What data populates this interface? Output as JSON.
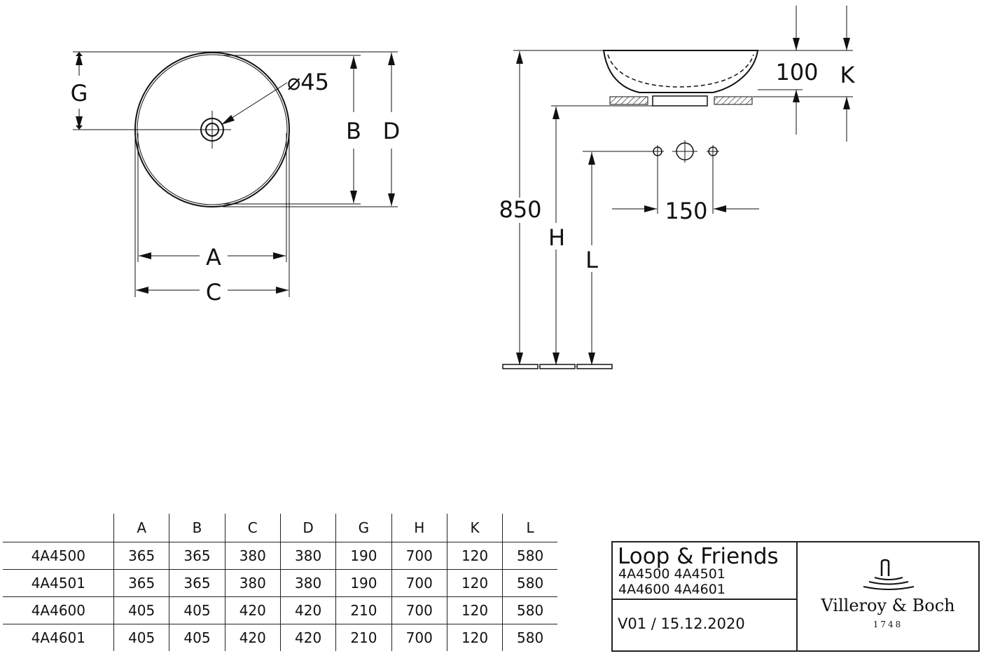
{
  "drawing": {
    "top_view": {
      "label_g": "G",
      "label_b": "B",
      "label_d": "D",
      "label_a": "A",
      "label_c": "C",
      "drain_diameter": "⌀45"
    },
    "side_view": {
      "bowl_height": "100",
      "label_k": "K",
      "height_850": "850",
      "label_h": "H",
      "label_l": "L",
      "tap_spacing": "150"
    }
  },
  "table": {
    "headers": [
      "",
      "A",
      "B",
      "C",
      "D",
      "G",
      "H",
      "K",
      "L"
    ],
    "rows": [
      [
        "4A4500",
        "365",
        "365",
        "380",
        "380",
        "190",
        "700",
        "120",
        "580"
      ],
      [
        "4A4501",
        "365",
        "365",
        "380",
        "380",
        "190",
        "700",
        "120",
        "580"
      ],
      [
        "4A4600",
        "405",
        "405",
        "420",
        "420",
        "210",
        "700",
        "120",
        "580"
      ],
      [
        "4A4601",
        "405",
        "405",
        "420",
        "420",
        "210",
        "700",
        "120",
        "580"
      ]
    ]
  },
  "title_block": {
    "series": "Loop & Friends",
    "models_line1": "4A4500 4A4501",
    "models_line2": "4A4600 4A4601",
    "version": "V01 / 15.12.2020",
    "brand": "Villeroy & Boch",
    "brand_year": "1748"
  }
}
